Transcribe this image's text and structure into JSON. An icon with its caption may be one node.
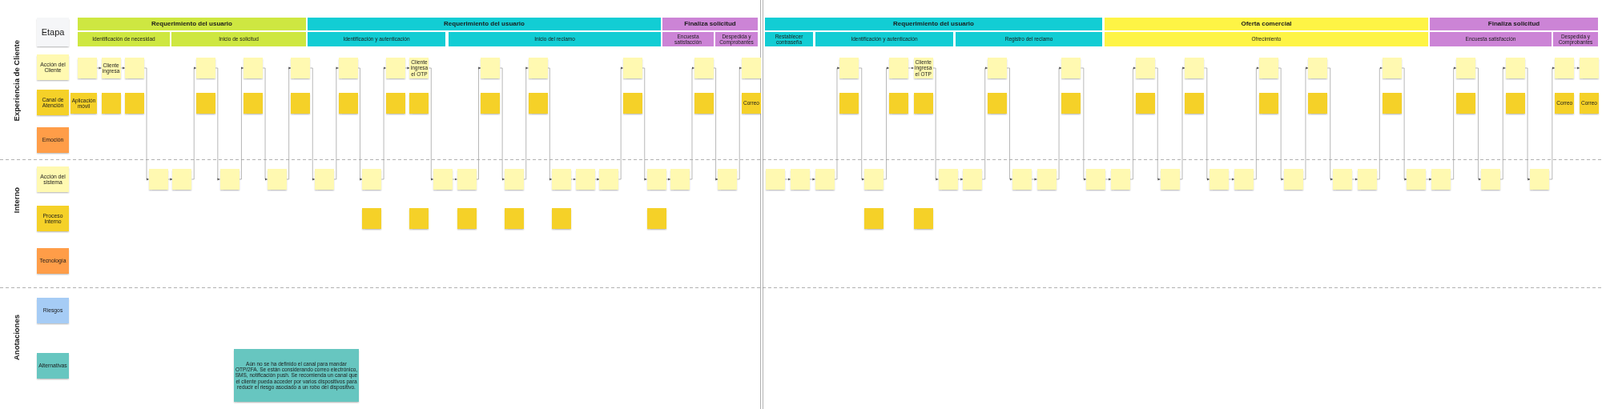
{
  "diagram": {
    "nodes": [
      {
        "text": [
          "Etapa"
        ]
      },
      {
        "text": [
          "Requerimiento del usuario"
        ]
      },
      {
        "text": [
          "Requerimiento del usuario"
        ]
      },
      {
        "text": [
          "Finaliza solicitud"
        ]
      },
      {
        "text": [
          "Requerimiento del usuario"
        ]
      },
      {
        "text": [
          "Oferta comercial"
        ]
      },
      {
        "text": [
          "Finaliza solicitud"
        ]
      },
      {
        "text": [
          "Identificación de necesidad"
        ]
      },
      {
        "text": [
          "Inicio de solicitud"
        ]
      },
      {
        "text": [
          "Identificación y autenticación"
        ]
      },
      {
        "text": [
          "Inicio del reclamo"
        ]
      },
      {
        "text": [
          "Encuesta satisfacción"
        ]
      },
      {
        "text": [
          "Despedida y Comprobantes"
        ]
      },
      {
        "text": [
          "Restablecer contraseña"
        ]
      },
      {
        "text": [
          "Identificación y autenticación"
        ]
      },
      {
        "text": [
          "Registro del reclamo"
        ]
      },
      {
        "text": [
          "Ofrecimiento"
        ]
      },
      {
        "text": [
          "Encuesta satisfacción"
        ]
      },
      {
        "text": [
          "Despedida y Comprobantes"
        ]
      },
      {
        "text": [
          "Acción del Cliente"
        ]
      },
      {
        "text": [],
        "shape": "box"
      },
      {
        "text": [
          "Cliente ingresa"
        ]
      },
      {
        "text": [],
        "shape": "box"
      },
      {
        "text": [],
        "shape": "box"
      },
      {
        "text": [],
        "shape": "box"
      },
      {
        "text": [],
        "shape": "box"
      },
      {
        "text": [],
        "shape": "box"
      },
      {
        "text": [],
        "shape": "box"
      },
      {
        "text": [
          "Cliente ingresa el OTP"
        ]
      },
      {
        "text": [],
        "shape": "box"
      },
      {
        "text": [],
        "shape": "box"
      },
      {
        "text": [],
        "shape": "box"
      },
      {
        "text": [],
        "shape": "box"
      },
      {
        "text": [],
        "shape": "box"
      },
      {
        "text": [],
        "shape": "box"
      },
      {
        "text": [],
        "shape": "box"
      },
      {
        "text": [
          "Cliente ingresa el OTP"
        ]
      },
      {
        "text": [],
        "shape": "box"
      },
      {
        "text": [],
        "shape": "box"
      },
      {
        "text": [],
        "shape": "box"
      },
      {
        "text": [],
        "shape": "box"
      },
      {
        "text": [],
        "shape": "box"
      },
      {
        "text": [],
        "shape": "box"
      },
      {
        "text": [],
        "shape": "box"
      },
      {
        "text": [],
        "shape": "box"
      },
      {
        "text": [],
        "shape": "box"
      },
      {
        "text": [],
        "shape": "box"
      },
      {
        "text": [],
        "shape": "box"
      },
      {
        "text": [
          "Canal de Atención"
        ]
      },
      {
        "text": [
          "Aplicación móvil"
        ]
      },
      {
        "text": [],
        "shape": "box"
      },
      {
        "text": [],
        "shape": "box"
      },
      {
        "text": [],
        "shape": "box"
      },
      {
        "text": [],
        "shape": "box"
      },
      {
        "text": [],
        "shape": "box"
      },
      {
        "text": [],
        "shape": "box"
      },
      {
        "text": [],
        "shape": "box"
      },
      {
        "text": [],
        "shape": "box"
      },
      {
        "text": [],
        "shape": "box"
      },
      {
        "text": [],
        "shape": "box"
      },
      {
        "text": [],
        "shape": "box"
      },
      {
        "text": [],
        "shape": "box"
      },
      {
        "text": [
          "Correo"
        ]
      },
      {
        "text": [],
        "shape": "box"
      },
      {
        "text": [],
        "shape": "box"
      },
      {
        "text": [],
        "shape": "box"
      },
      {
        "text": [],
        "shape": "box"
      },
      {
        "text": [],
        "shape": "box"
      },
      {
        "text": [],
        "shape": "box"
      },
      {
        "text": [],
        "shape": "box"
      },
      {
        "text": [],
        "shape": "box"
      },
      {
        "text": [],
        "shape": "box"
      },
      {
        "text": [],
        "shape": "box"
      },
      {
        "text": [],
        "shape": "box"
      },
      {
        "text": [],
        "shape": "box"
      },
      {
        "text": [
          "Correo"
        ]
      },
      {
        "text": [
          "Correo"
        ]
      },
      {
        "text": [
          "Emoción"
        ]
      },
      {
        "text": [
          "Acción del sistema"
        ]
      },
      {
        "text": [],
        "shape": "box"
      },
      {
        "text": [],
        "shape": "box"
      },
      {
        "text": [],
        "shape": "box"
      },
      {
        "text": [],
        "shape": "box"
      },
      {
        "text": [],
        "shape": "box"
      },
      {
        "text": [],
        "shape": "box"
      },
      {
        "text": [],
        "shape": "box"
      },
      {
        "text": [],
        "shape": "box"
      },
      {
        "text": [],
        "shape": "box"
      },
      {
        "text": [],
        "shape": "box"
      },
      {
        "text": [],
        "shape": "box"
      },
      {
        "text": [],
        "shape": "box"
      },
      {
        "text": [],
        "shape": "box"
      },
      {
        "text": [],
        "shape": "box"
      },
      {
        "text": [],
        "shape": "box"
      },
      {
        "text": [],
        "shape": "box"
      },
      {
        "text": [],
        "shape": "box"
      },
      {
        "text": [],
        "shape": "box"
      },
      {
        "text": [],
        "shape": "box"
      },
      {
        "text": [],
        "shape": "box"
      },
      {
        "text": [],
        "shape": "box"
      },
      {
        "text": [],
        "shape": "box"
      },
      {
        "text": [],
        "shape": "box"
      },
      {
        "text": [],
        "shape": "box"
      },
      {
        "text": [],
        "shape": "box"
      },
      {
        "text": [],
        "shape": "box"
      },
      {
        "text": [],
        "shape": "box"
      },
      {
        "text": [],
        "shape": "box"
      },
      {
        "text": [],
        "shape": "box"
      },
      {
        "text": [],
        "shape": "box"
      },
      {
        "text": [],
        "shape": "box"
      },
      {
        "text": [],
        "shape": "box"
      },
      {
        "text": [],
        "shape": "box"
      },
      {
        "text": [],
        "shape": "box"
      },
      {
        "text": [],
        "shape": "box"
      },
      {
        "text": [
          "Proceso Interno"
        ]
      },
      {
        "text": [],
        "shape": "box"
      },
      {
        "text": [],
        "shape": "box"
      },
      {
        "text": [],
        "shape": "box"
      },
      {
        "text": [],
        "shape": "box"
      },
      {
        "text": [],
        "shape": "box"
      },
      {
        "text": [],
        "shape": "box"
      },
      {
        "text": [],
        "shape": "box"
      },
      {
        "text": [],
        "shape": "box"
      },
      {
        "text": [
          "Tecnología"
        ]
      },
      {
        "text": [
          "Riesgos"
        ]
      },
      {
        "text": [
          "Alternativas"
        ]
      },
      {
        "text": [
          "Aún no se ha definido el canal para mandar OTP/2FA. Se están considerando correo electrónico, SMS, notificación push. Se recomienda un canal que el cliente pueda acceder por varios dispositivos para reducir el riesgo asociado a un robo del dispositivo."
        ]
      }
    ],
    "edges": [
      {
        "from": 20,
        "to": 21,
        "arrow": "to"
      },
      {
        "from": 21,
        "to": 22,
        "arrow": "to"
      },
      {
        "from": 22,
        "to": 79,
        "arrow": "to"
      },
      {
        "from": 79,
        "to": 80,
        "arrow": "to"
      },
      {
        "from": 80,
        "to": 23,
        "arrow": "to"
      },
      {
        "from": 23,
        "to": 81,
        "arrow": "to"
      },
      {
        "from": 81,
        "to": 24,
        "arrow": "to"
      },
      {
        "from": 24,
        "to": 82,
        "arrow": "to"
      },
      {
        "from": 82,
        "to": 25,
        "arrow": "to"
      },
      {
        "from": 25,
        "to": 83,
        "arrow": "to"
      },
      {
        "from": 83,
        "to": 26,
        "arrow": "to"
      },
      {
        "from": 26,
        "to": 84,
        "arrow": "to"
      },
      {
        "from": 84,
        "to": 27,
        "arrow": "to"
      },
      {
        "from": 27,
        "to": 28,
        "arrow": "to"
      },
      {
        "from": 28,
        "to": 85,
        "arrow": "to"
      },
      {
        "from": 85,
        "to": 86,
        "arrow": "to"
      },
      {
        "from": 86,
        "to": 29,
        "arrow": "to"
      },
      {
        "from": 29,
        "to": 87,
        "arrow": "to"
      },
      {
        "from": 87,
        "to": 30,
        "arrow": "to"
      },
      {
        "from": 30,
        "to": 88,
        "arrow": "to"
      },
      {
        "from": 88,
        "to": 89,
        "arrow": "to"
      },
      {
        "from": 89,
        "to": 90,
        "arrow": "to"
      },
      {
        "from": 90,
        "to": 31,
        "arrow": "to"
      },
      {
        "from": 31,
        "to": 91,
        "arrow": "to"
      },
      {
        "from": 91,
        "to": 92,
        "arrow": "to"
      },
      {
        "from": 92,
        "to": 32,
        "arrow": "to"
      },
      {
        "from": 32,
        "to": 93,
        "arrow": "to"
      },
      {
        "from": 93,
        "to": 33,
        "arrow": "to"
      },
      {
        "from": 94,
        "to": 95,
        "arrow": "to"
      },
      {
        "from": 95,
        "to": 96,
        "arrow": "to"
      },
      {
        "from": 96,
        "to": 34,
        "arrow": "to"
      },
      {
        "from": 34,
        "to": 97,
        "arrow": "to"
      },
      {
        "from": 97,
        "to": 35,
        "arrow": "to"
      },
      {
        "from": 35,
        "to": 36,
        "arrow": "to"
      },
      {
        "from": 36,
        "to": 98,
        "arrow": "to"
      },
      {
        "from": 98,
        "to": 99,
        "arrow": "to"
      },
      {
        "from": 99,
        "to": 37,
        "arrow": "to"
      },
      {
        "from": 37,
        "to": 100,
        "arrow": "to"
      },
      {
        "from": 100,
        "to": 101,
        "arrow": "to"
      },
      {
        "from": 101,
        "to": 38,
        "arrow": "to"
      },
      {
        "from": 38,
        "to": 102,
        "arrow": "to"
      },
      {
        "from": 102,
        "to": 103,
        "arrow": "to"
      },
      {
        "from": 103,
        "to": 39,
        "arrow": "to"
      },
      {
        "from": 39,
        "to": 104,
        "arrow": "to"
      },
      {
        "from": 104,
        "to": 40,
        "arrow": "to"
      },
      {
        "from": 40,
        "to": 105,
        "arrow": "to"
      },
      {
        "from": 105,
        "to": 106,
        "arrow": "to"
      },
      {
        "from": 106,
        "to": 41,
        "arrow": "to"
      },
      {
        "from": 41,
        "to": 107,
        "arrow": "to"
      },
      {
        "from": 107,
        "to": 42,
        "arrow": "to"
      },
      {
        "from": 42,
        "to": 108,
        "arrow": "to"
      },
      {
        "from": 108,
        "to": 109,
        "arrow": "to"
      },
      {
        "from": 109,
        "to": 43,
        "arrow": "to"
      },
      {
        "from": 43,
        "to": 110,
        "arrow": "to"
      },
      {
        "from": 110,
        "to": 111,
        "arrow": "to"
      },
      {
        "from": 111,
        "to": 44,
        "arrow": "to"
      },
      {
        "from": 44,
        "to": 112,
        "arrow": "to"
      },
      {
        "from": 112,
        "to": 45,
        "arrow": "to"
      },
      {
        "from": 45,
        "to": 113,
        "arrow": "to"
      },
      {
        "from": 113,
        "to": 46,
        "arrow": "to"
      },
      {
        "from": 46,
        "to": 47,
        "arrow": "to"
      }
    ],
    "labels": [
      "Experiencia de Cliente",
      "Interno",
      "Anotaciones"
    ]
  }
}
